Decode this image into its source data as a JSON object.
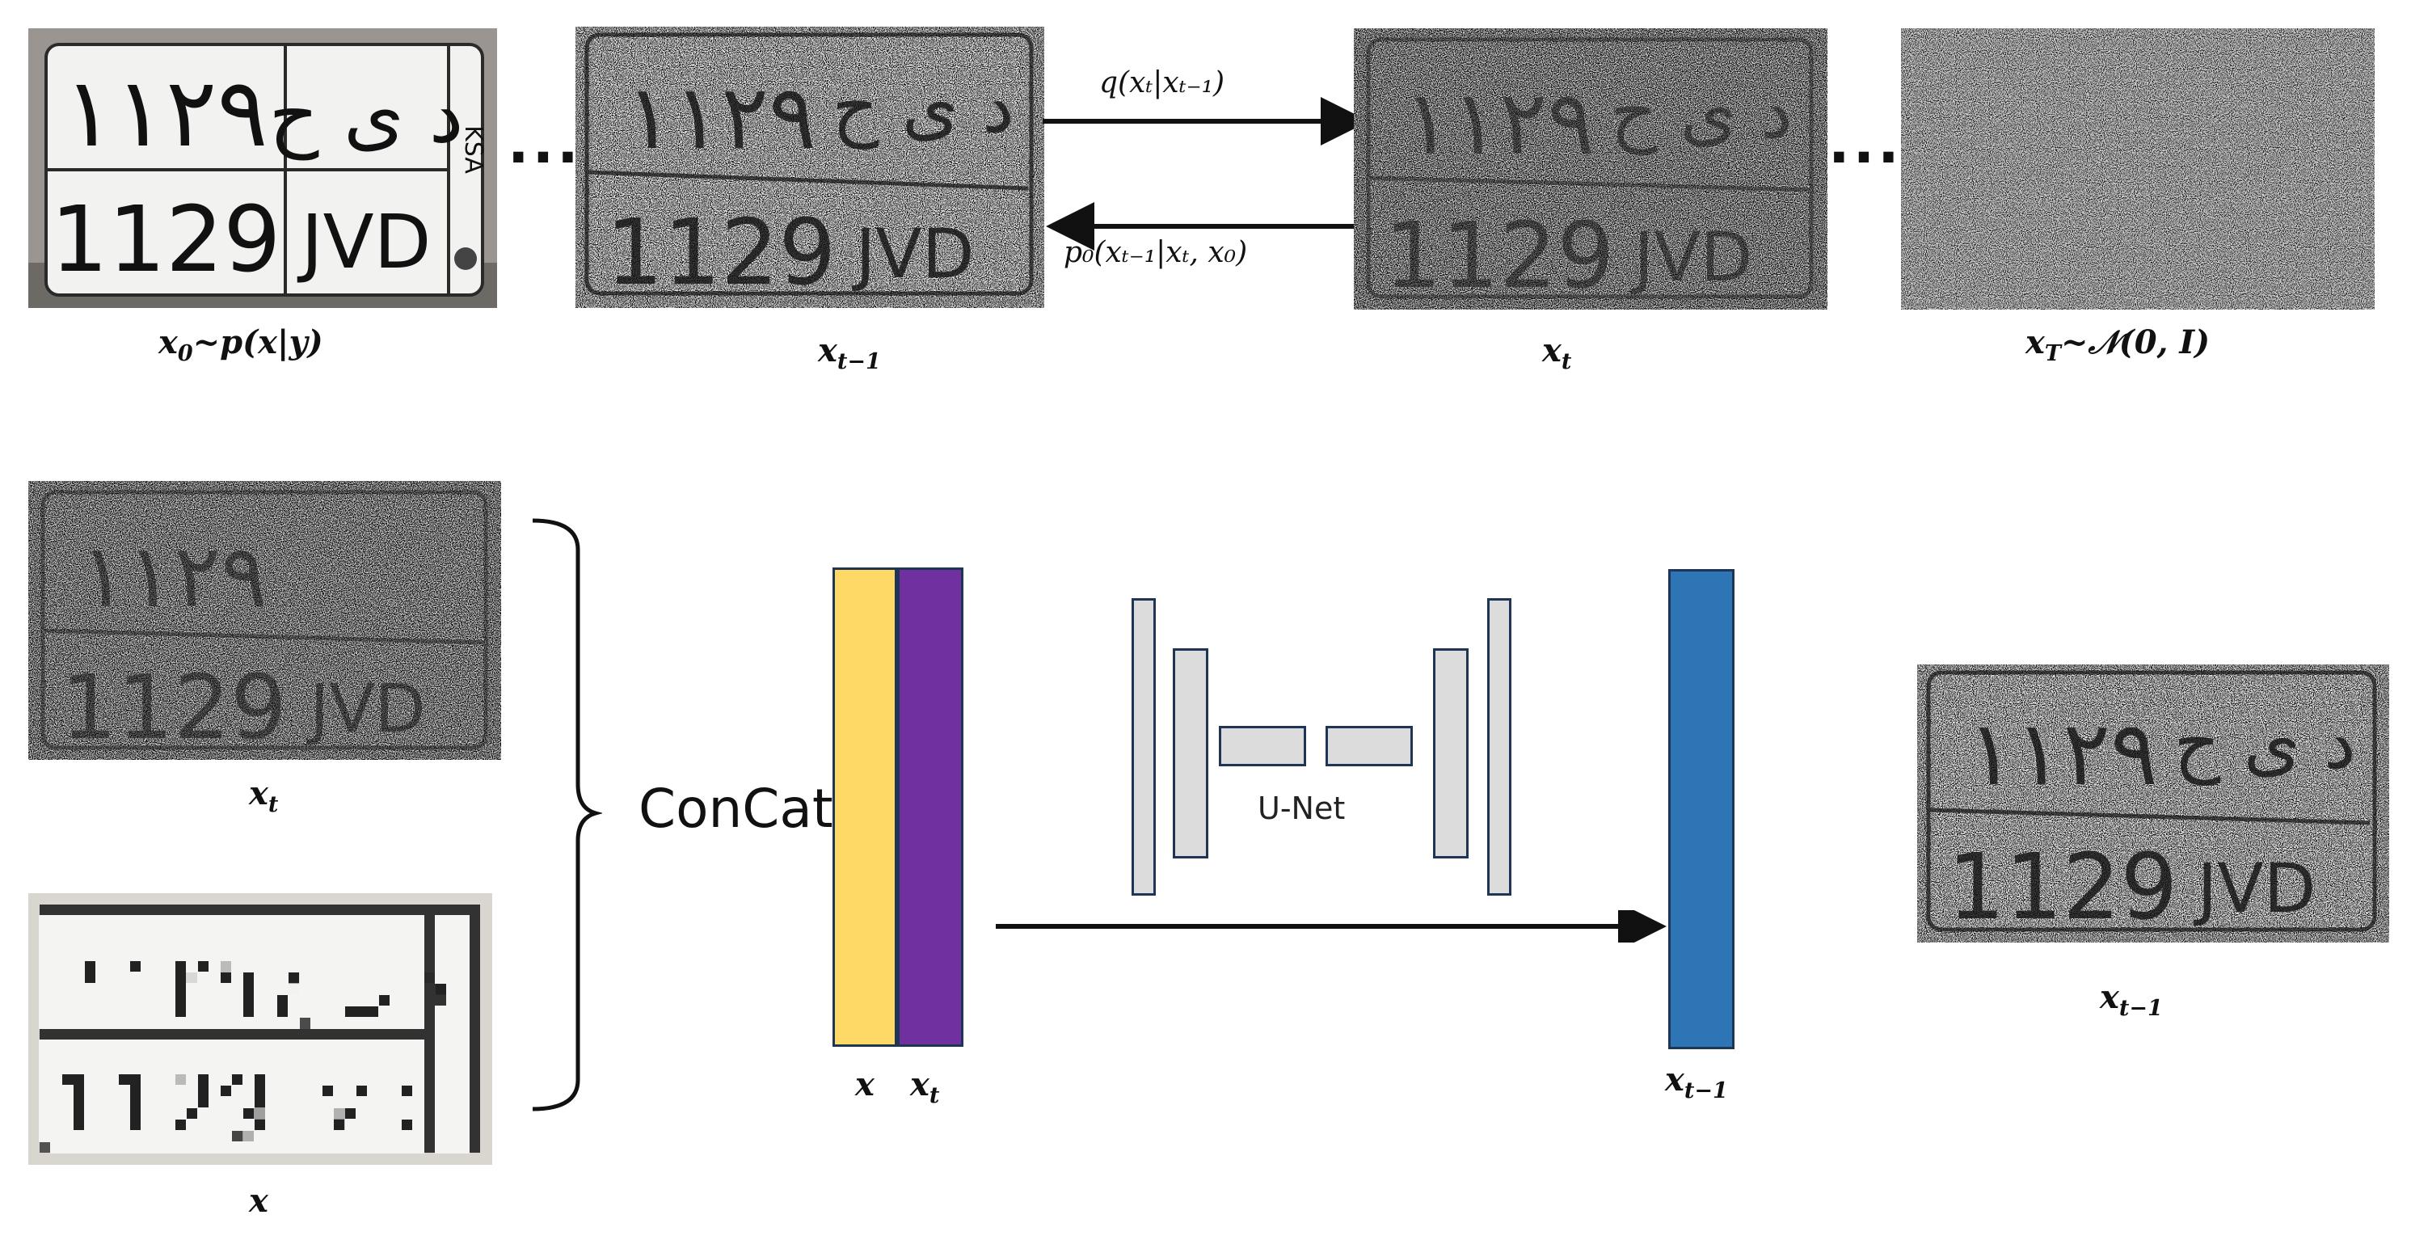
{
  "top_row": {
    "ellipsis_1": "···",
    "ellipsis_2": "···",
    "forward_label": "q(xₜ|xₜ₋₁)",
    "reverse_label": "p₀(xₜ₋₁|xₜ, x₀)",
    "captions": {
      "clean": {
        "main": "x",
        "sub": "0",
        "rest": "~p(x|y)"
      },
      "prev": {
        "main": "x",
        "sub": "t−1"
      },
      "current": {
        "main": "x",
        "sub": "t"
      },
      "final": {
        "main": "x",
        "sub": "T",
        "rest": "~𝒩(0, I)"
      }
    }
  },
  "plate": {
    "arabic_text": "١١٢٩",
    "arabic_letters": "د ى ح",
    "number_text": "1129",
    "letters_text": "JVD",
    "country": "KSA"
  },
  "bottom_row": {
    "captions": {
      "noisy": {
        "main": "x",
        "sub": "t"
      },
      "lowres": {
        "main": "x",
        "sub": ""
      },
      "concat_x": {
        "main": "x",
        "sub": ""
      },
      "concat_xt": {
        "main": "x",
        "sub": "t"
      },
      "output_bar": {
        "main": "x",
        "sub": "t−1"
      },
      "output_image": {
        "main": "x",
        "sub": "t−1"
      }
    },
    "concat_label": "ConCat",
    "unet_label": "U-Net"
  },
  "colors": {
    "concat_x_bar": "#ffd966",
    "concat_xt_bar": "#7030a0",
    "output_bar": "#2e75b6",
    "bar_border": "#1f3556",
    "unet_block": "#dcdcdc"
  }
}
